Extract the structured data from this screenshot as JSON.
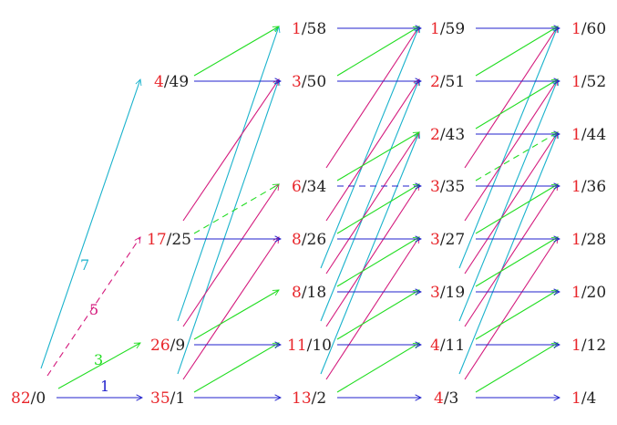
{
  "colors": {
    "red": "#e8262b",
    "black": "#222222",
    "blue": "#2222cc",
    "green": "#22dd22",
    "magenta": "#d4197c",
    "cyan": "#19b2cc"
  },
  "nodes": [
    {
      "id": "n82_0",
      "a": "82",
      "b": "0"
    },
    {
      "id": "n35_1",
      "a": "35",
      "b": "1"
    },
    {
      "id": "n26_9",
      "a": "26",
      "b": "9"
    },
    {
      "id": "n17_25",
      "a": "17",
      "b": "25"
    },
    {
      "id": "n4_49",
      "a": "4",
      "b": "49"
    },
    {
      "id": "n13_2",
      "a": "13",
      "b": "2"
    },
    {
      "id": "n11_10",
      "a": "11",
      "b": "10"
    },
    {
      "id": "n8_18",
      "a": "8",
      "b": "18"
    },
    {
      "id": "n8_26",
      "a": "8",
      "b": "26"
    },
    {
      "id": "n6_34",
      "a": "6",
      "b": "34"
    },
    {
      "id": "n3_50",
      "a": "3",
      "b": "50"
    },
    {
      "id": "n1_58",
      "a": "1",
      "b": "58"
    },
    {
      "id": "n4_3",
      "a": "4",
      "b": "3"
    },
    {
      "id": "n4_11",
      "a": "4",
      "b": "11"
    },
    {
      "id": "n3_19",
      "a": "3",
      "b": "19"
    },
    {
      "id": "n3_27",
      "a": "3",
      "b": "27"
    },
    {
      "id": "n3_35",
      "a": "3",
      "b": "35"
    },
    {
      "id": "n2_43",
      "a": "2",
      "b": "43"
    },
    {
      "id": "n2_51",
      "a": "2",
      "b": "51"
    },
    {
      "id": "n1_59",
      "a": "1",
      "b": "59"
    },
    {
      "id": "n1_4",
      "a": "1",
      "b": "4"
    },
    {
      "id": "n1_12",
      "a": "1",
      "b": "12"
    },
    {
      "id": "n1_20",
      "a": "1",
      "b": "20"
    },
    {
      "id": "n1_28",
      "a": "1",
      "b": "28"
    },
    {
      "id": "n1_36",
      "a": "1",
      "b": "36"
    },
    {
      "id": "n1_44",
      "a": "1",
      "b": "44"
    },
    {
      "id": "n1_52",
      "a": "1",
      "b": "52"
    },
    {
      "id": "n1_60",
      "a": "1",
      "b": "60"
    }
  ],
  "edge_labels": [
    {
      "id": "lbl1",
      "text": "1",
      "color": "blue"
    },
    {
      "id": "lbl3",
      "text": "3",
      "color": "green"
    },
    {
      "id": "lbl5",
      "text": "5",
      "color": "magenta"
    },
    {
      "id": "lbl7",
      "text": "7",
      "color": "cyan"
    }
  ],
  "edges": [
    {
      "from": "n82_0",
      "to": "n35_1",
      "color": "blue",
      "dashed": false
    },
    {
      "from": "n82_0",
      "to": "n26_9",
      "color": "green",
      "dashed": false
    },
    {
      "from": "n82_0",
      "to": "n17_25",
      "color": "magenta",
      "dashed": true
    },
    {
      "from": "n82_0",
      "to": "n4_49",
      "color": "cyan",
      "dashed": false
    },
    {
      "from": "n35_1",
      "to": "n13_2",
      "color": "blue",
      "dashed": false
    },
    {
      "from": "n35_1",
      "to": "n11_10",
      "color": "green",
      "dashed": false
    },
    {
      "from": "n35_1",
      "to": "n8_26",
      "color": "magenta",
      "dashed": false
    },
    {
      "from": "n35_1",
      "to": "n3_50",
      "color": "cyan",
      "dashed": false
    },
    {
      "from": "n26_9",
      "to": "n11_10",
      "color": "blue",
      "dashed": false
    },
    {
      "from": "n26_9",
      "to": "n8_18",
      "color": "green",
      "dashed": false
    },
    {
      "from": "n26_9",
      "to": "n6_34",
      "color": "magenta",
      "dashed": false
    },
    {
      "from": "n26_9",
      "to": "n1_58",
      "color": "cyan",
      "dashed": false
    },
    {
      "from": "n17_25",
      "to": "n8_26",
      "color": "blue",
      "dashed": false
    },
    {
      "from": "n17_25",
      "to": "n6_34",
      "color": "green",
      "dashed": true
    },
    {
      "from": "n17_25",
      "to": "n3_50",
      "color": "magenta",
      "dashed": false
    },
    {
      "from": "n4_49",
      "to": "n3_50",
      "color": "blue",
      "dashed": false
    },
    {
      "from": "n4_49",
      "to": "n1_58",
      "color": "green",
      "dashed": false
    },
    {
      "from": "n13_2",
      "to": "n4_3",
      "color": "blue",
      "dashed": false
    },
    {
      "from": "n13_2",
      "to": "n4_11",
      "color": "green",
      "dashed": false
    },
    {
      "from": "n13_2",
      "to": "n3_27",
      "color": "magenta",
      "dashed": false
    },
    {
      "from": "n13_2",
      "to": "n2_43",
      "color": "cyan",
      "dashed": false
    },
    {
      "from": "n11_10",
      "to": "n4_11",
      "color": "blue",
      "dashed": false
    },
    {
      "from": "n11_10",
      "to": "n3_19",
      "color": "green",
      "dashed": false
    },
    {
      "from": "n11_10",
      "to": "n3_35",
      "color": "magenta",
      "dashed": false
    },
    {
      "from": "n11_10",
      "to": "n2_51",
      "color": "cyan",
      "dashed": false
    },
    {
      "from": "n8_18",
      "to": "n3_19",
      "color": "blue",
      "dashed": false
    },
    {
      "from": "n8_18",
      "to": "n3_27",
      "color": "green",
      "dashed": false
    },
    {
      "from": "n8_18",
      "to": "n2_43",
      "color": "magenta",
      "dashed": false
    },
    {
      "from": "n8_18",
      "to": "n1_59",
      "color": "cyan",
      "dashed": false
    },
    {
      "from": "n8_26",
      "to": "n3_27",
      "color": "blue",
      "dashed": false
    },
    {
      "from": "n8_26",
      "to": "n3_35",
      "color": "green",
      "dashed": false
    },
    {
      "from": "n8_26",
      "to": "n2_51",
      "color": "magenta",
      "dashed": false
    },
    {
      "from": "n6_34",
      "to": "n3_35",
      "color": "blue",
      "dashed": true
    },
    {
      "from": "n6_34",
      "to": "n2_43",
      "color": "green",
      "dashed": false
    },
    {
      "from": "n6_34",
      "to": "n1_59",
      "color": "magenta",
      "dashed": false
    },
    {
      "from": "n3_50",
      "to": "n2_51",
      "color": "blue",
      "dashed": false
    },
    {
      "from": "n3_50",
      "to": "n1_59",
      "color": "green",
      "dashed": false
    },
    {
      "from": "n1_58",
      "to": "n1_59",
      "color": "blue",
      "dashed": false
    },
    {
      "from": "n4_3",
      "to": "n1_4",
      "color": "blue",
      "dashed": false
    },
    {
      "from": "n4_3",
      "to": "n1_12",
      "color": "green",
      "dashed": false
    },
    {
      "from": "n4_3",
      "to": "n1_28",
      "color": "magenta",
      "dashed": false
    },
    {
      "from": "n4_3",
      "to": "n1_44",
      "color": "cyan",
      "dashed": false
    },
    {
      "from": "n4_11",
      "to": "n1_12",
      "color": "blue",
      "dashed": false
    },
    {
      "from": "n4_11",
      "to": "n1_20",
      "color": "green",
      "dashed": false
    },
    {
      "from": "n4_11",
      "to": "n1_36",
      "color": "magenta",
      "dashed": false
    },
    {
      "from": "n4_11",
      "to": "n1_52",
      "color": "cyan",
      "dashed": false
    },
    {
      "from": "n3_19",
      "to": "n1_20",
      "color": "blue",
      "dashed": false
    },
    {
      "from": "n3_19",
      "to": "n1_28",
      "color": "green",
      "dashed": false
    },
    {
      "from": "n3_19",
      "to": "n1_44",
      "color": "magenta",
      "dashed": false
    },
    {
      "from": "n3_19",
      "to": "n1_60",
      "color": "cyan",
      "dashed": false
    },
    {
      "from": "n3_27",
      "to": "n1_28",
      "color": "blue",
      "dashed": false
    },
    {
      "from": "n3_27",
      "to": "n1_36",
      "color": "green",
      "dashed": false
    },
    {
      "from": "n3_27",
      "to": "n1_52",
      "color": "magenta",
      "dashed": false
    },
    {
      "from": "n3_35",
      "to": "n1_36",
      "color": "blue",
      "dashed": false
    },
    {
      "from": "n3_35",
      "to": "n1_44",
      "color": "green",
      "dashed": true
    },
    {
      "from": "n3_35",
      "to": "n1_60",
      "color": "magenta",
      "dashed": false
    },
    {
      "from": "n2_43",
      "to": "n1_44",
      "color": "blue",
      "dashed": false
    },
    {
      "from": "n2_43",
      "to": "n1_52",
      "color": "green",
      "dashed": false
    },
    {
      "from": "n2_51",
      "to": "n1_52",
      "color": "blue",
      "dashed": false
    },
    {
      "from": "n2_51",
      "to": "n1_60",
      "color": "green",
      "dashed": false
    },
    {
      "from": "n1_59",
      "to": "n1_60",
      "color": "blue",
      "dashed": false
    }
  ]
}
